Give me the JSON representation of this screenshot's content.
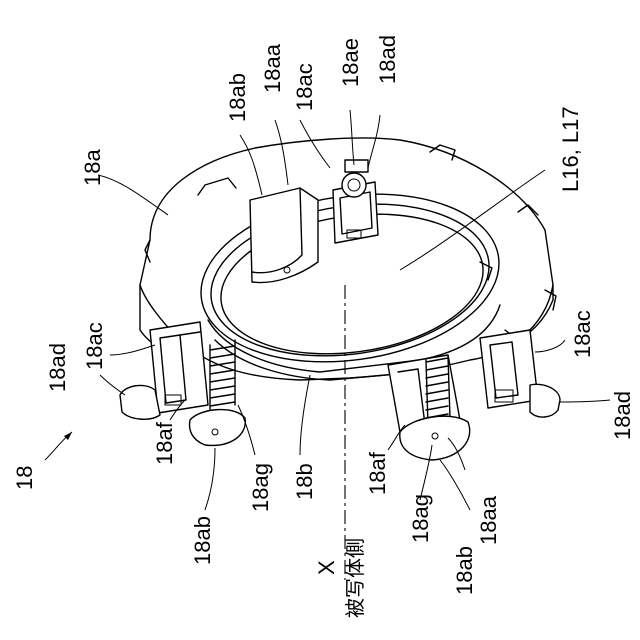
{
  "figure": {
    "labels": {
      "main": "18",
      "ring": "18a",
      "lens_holder": "18b",
      "magnet_top": "18aa",
      "pin_top": "18ab",
      "frame_top": "18ac",
      "bracket_top": "18ae",
      "sensor_top": "18ad",
      "lens_ref": "L16, L17",
      "frame_left": "18ac",
      "sensor_left": "18ad",
      "groove_left": "18af",
      "spring_left": "18ag",
      "pin_left": "18ab",
      "axis": "X",
      "subject_side": "被写体側",
      "groove_right": "18af",
      "spring_right": "18ag",
      "pin_right": "18ab",
      "magnet_right": "18aa",
      "frame_right": "18ac",
      "sensor_right": "18ad"
    }
  }
}
